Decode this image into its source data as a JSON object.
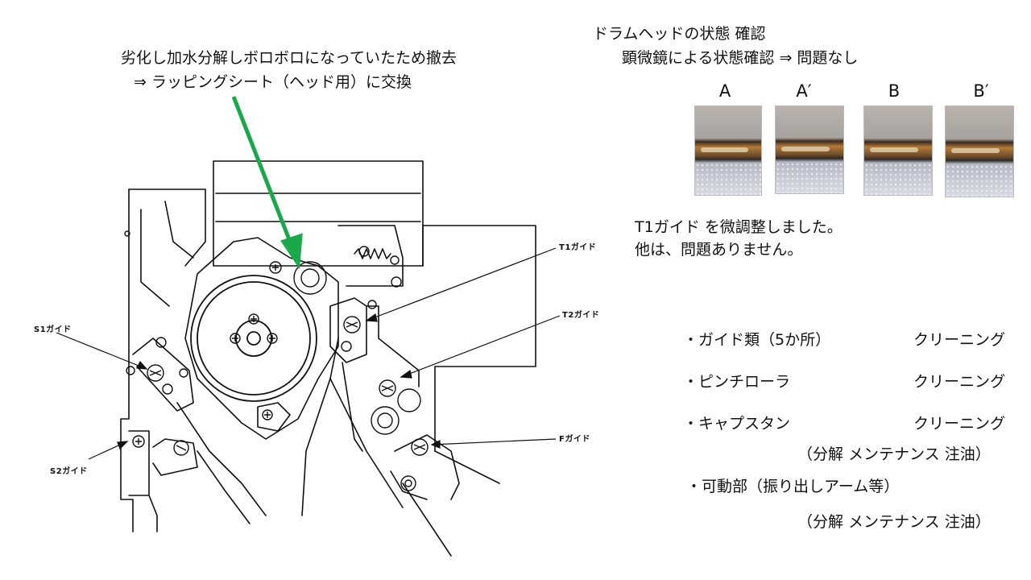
{
  "notes": {
    "removal_line1": "劣化し加水分解しボロボロになっていたため撤去",
    "removal_line2": "⇒ ラッピングシート（ヘッド用）に交換",
    "drum_title": "ドラムヘッドの状態 確認",
    "drum_sub": "顕微鏡による状態確認 ⇒ 問題なし",
    "adjust_line1": "T1ガイド を微調整しました。",
    "adjust_line2": "他は、問題ありません。"
  },
  "photos": [
    {
      "label": "A"
    },
    {
      "label": "A′"
    },
    {
      "label": "B"
    },
    {
      "label": "B′"
    }
  ],
  "diagram_labels": {
    "t1": "T1ガイド",
    "t2": "T2ガイド",
    "s1": "S1ガイド",
    "s2": "S2ガイド",
    "f": "Fガイド"
  },
  "maintenance": [
    {
      "item": "・ガイド類（5か所）",
      "action": "クリーニング"
    },
    {
      "item": "・ピンチローラ",
      "action": "クリーニング"
    },
    {
      "item": "・キャプスタン",
      "action": "クリーニング"
    },
    {
      "item": "",
      "action": "（分解 メンテナンス 注油）"
    },
    {
      "item": "・可動部（振り出しアーム等）",
      "action": ""
    },
    {
      "item": "",
      "action": "（分解 メンテナンス 注油）"
    }
  ],
  "colors": {
    "arrow": "#1aa84a",
    "line": "#111111"
  }
}
